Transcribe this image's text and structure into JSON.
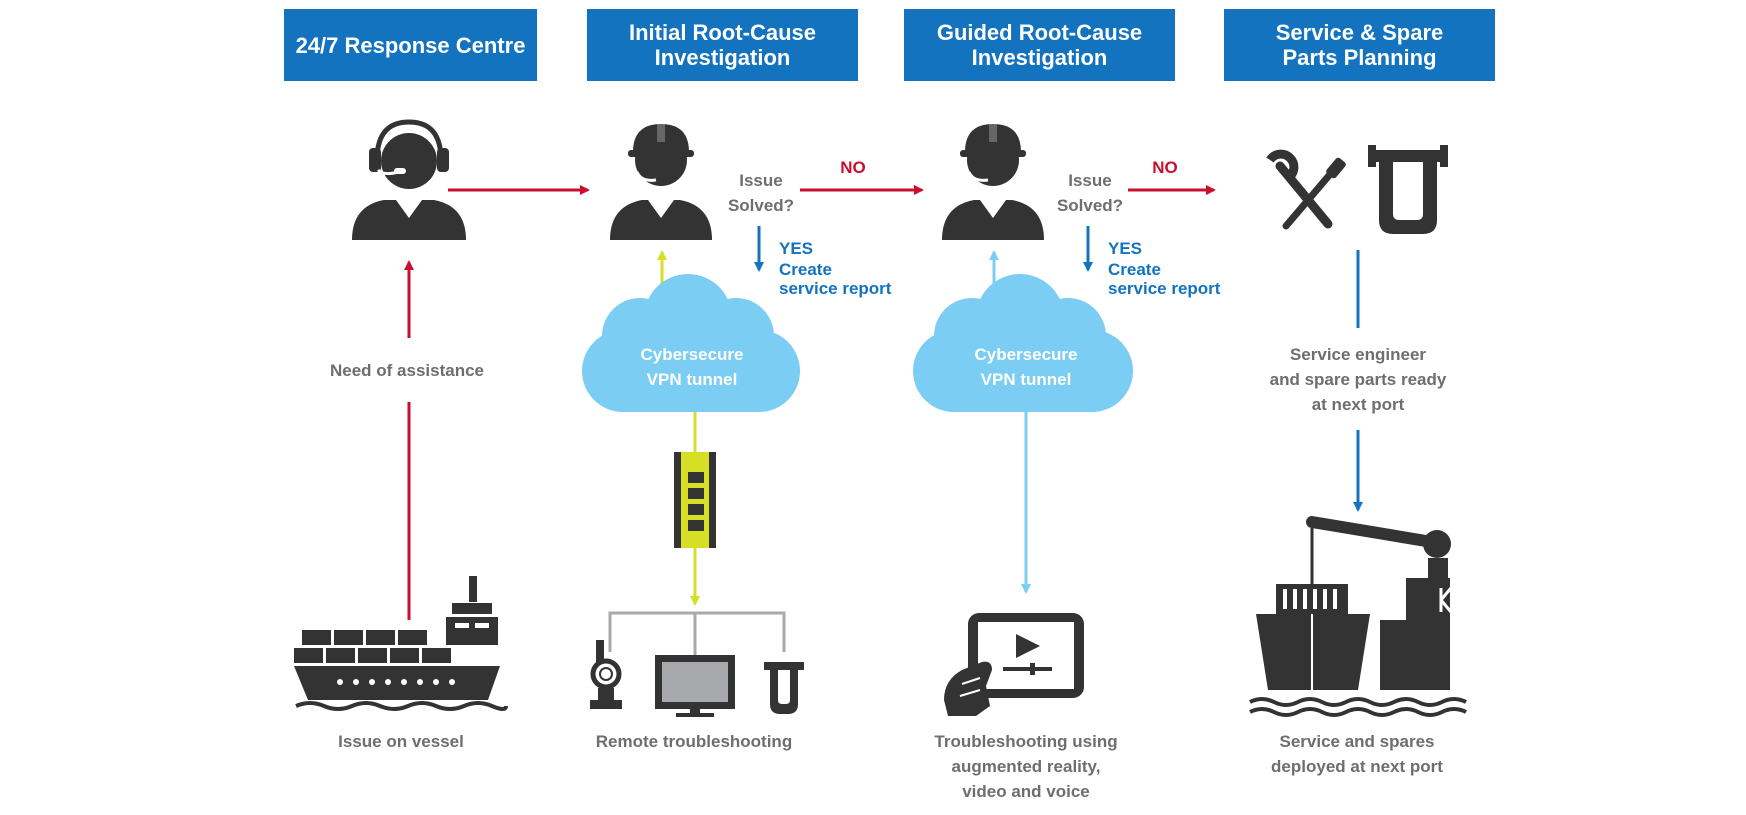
{
  "colors": {
    "header_bg": "#1373bf",
    "header_text": "#ffffff",
    "icon": "#333333",
    "red_arrow": "#c8102e",
    "blue_arrow": "#1373bf",
    "yellow_line": "#d4df26",
    "light_blue": "#7ccdf4",
    "gray_text": "#6d6e71",
    "gray_line": "#a7a9ac"
  },
  "headers": [
    "24/7 Response Centre",
    "Initial Root-Cause\nInvestigation",
    "Guided Root-Cause\nInvestigation",
    "Service & Spare\nParts Planning"
  ],
  "labels": {
    "need_assistance": "Need of assistance",
    "issue_vessel": "Issue on vessel",
    "remote_troubleshooting": "Remote troubleshooting",
    "issue_solved_1": [
      "Issue",
      "Solved?"
    ],
    "issue_solved_2": [
      "Issue",
      "Solved?"
    ],
    "no_1": "NO",
    "no_2": "NO",
    "yes_1": [
      "YES",
      "Create",
      "service report"
    ],
    "yes_2": [
      "YES",
      "Create",
      "service report"
    ],
    "cloud_1": [
      "Cybersecure",
      "VPN tunnel"
    ],
    "cloud_2": [
      "Cybersecure",
      "VPN tunnel"
    ],
    "augmented": [
      "Troubleshooting using",
      "augmented reality,",
      "video and voice"
    ],
    "engineer_ready": [
      "Service engineer",
      "and spare parts ready",
      "at next port"
    ],
    "deployed": [
      "Service and spares",
      "deployed at next port"
    ]
  },
  "icons": [
    "headset-agent-icon",
    "engineer-icon",
    "engineer-icon",
    "tools-icon",
    "valve-icon",
    "cargo-ship-icon",
    "device-network-icon",
    "tablet-video-icon",
    "port-crane-ship-icon",
    "network-switch-icon",
    "cloud-icon"
  ]
}
